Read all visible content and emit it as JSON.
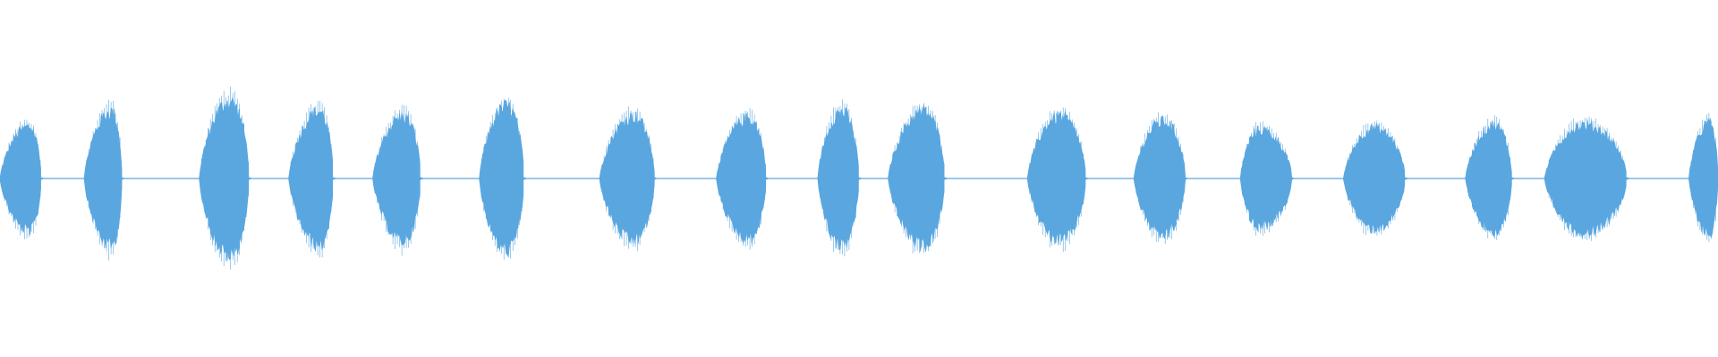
{
  "waveform": {
    "color": "#5aa7e0",
    "background": "#ffffff",
    "baseline_level": 0.0,
    "bursts": [
      {
        "start": 0.0,
        "end": 0.024,
        "peak_at": 0.017,
        "amplitude": 0.31
      },
      {
        "start": 0.049,
        "end": 0.071,
        "peak_at": 0.065,
        "amplitude": 0.4
      },
      {
        "start": 0.116,
        "end": 0.145,
        "peak_at": 0.134,
        "amplitude": 0.46
      },
      {
        "start": 0.168,
        "end": 0.194,
        "peak_at": 0.186,
        "amplitude": 0.4
      },
      {
        "start": 0.217,
        "end": 0.245,
        "peak_at": 0.235,
        "amplitude": 0.37
      },
      {
        "start": 0.279,
        "end": 0.305,
        "peak_at": 0.295,
        "amplitude": 0.43
      },
      {
        "start": 0.349,
        "end": 0.381,
        "peak_at": 0.369,
        "amplitude": 0.37
      },
      {
        "start": 0.417,
        "end": 0.446,
        "peak_at": 0.436,
        "amplitude": 0.36
      },
      {
        "start": 0.476,
        "end": 0.5,
        "peak_at": 0.49,
        "amplitude": 0.4
      },
      {
        "start": 0.517,
        "end": 0.55,
        "peak_at": 0.538,
        "amplitude": 0.4
      },
      {
        "start": 0.598,
        "end": 0.632,
        "peak_at": 0.617,
        "amplitude": 0.37
      },
      {
        "start": 0.66,
        "end": 0.69,
        "peak_at": 0.677,
        "amplitude": 0.34
      },
      {
        "start": 0.722,
        "end": 0.752,
        "peak_at": 0.733,
        "amplitude": 0.29
      },
      {
        "start": 0.782,
        "end": 0.818,
        "peak_at": 0.8,
        "amplitude": 0.3
      },
      {
        "start": 0.853,
        "end": 0.88,
        "peak_at": 0.87,
        "amplitude": 0.32
      },
      {
        "start": 0.899,
        "end": 0.947,
        "peak_at": 0.922,
        "amplitude": 0.32
      },
      {
        "start": 0.983,
        "end": 1.0,
        "peak_at": 0.995,
        "amplitude": 0.33
      }
    ]
  }
}
